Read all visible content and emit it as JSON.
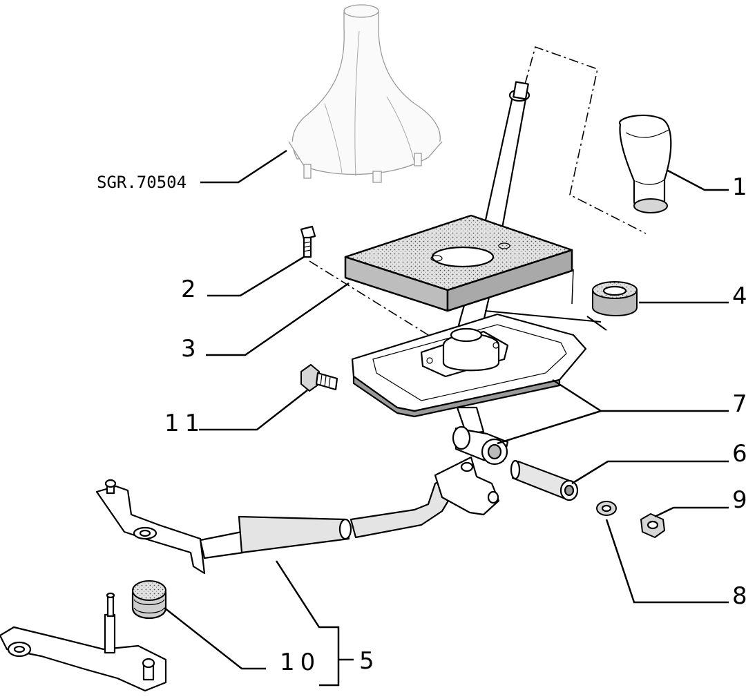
{
  "reference_code": "SGR.70504",
  "callouts": {
    "c1": "1",
    "c2": "2",
    "c3": "3",
    "c4": "4",
    "c5": "5",
    "c6": "6",
    "c7": "7",
    "c8": "8",
    "c9": "9",
    "c10": "10",
    "c11": "11"
  }
}
